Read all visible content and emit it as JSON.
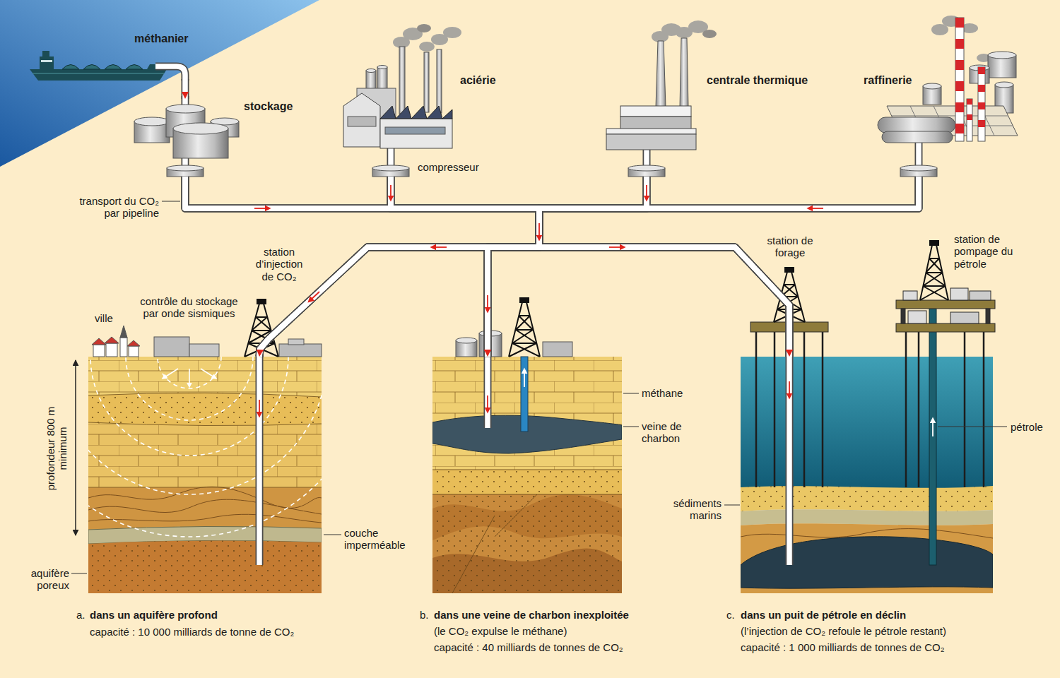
{
  "diagram": {
    "nodes": [
      {
        "text": [
          "méthanier"
        ]
      },
      {
        "text": [
          "stockage"
        ]
      },
      {
        "text": [
          "aciérie"
        ]
      },
      {
        "text": [
          "centrale thermique"
        ]
      },
      {
        "text": [
          "raffinerie"
        ]
      },
      {
        "text": [
          "a.",
          "dans un aquifère profond",
          "capacité : 10 000 milliards de tonne de CO₂"
        ]
      },
      {
        "text": [
          "b.",
          "dans une veine de charbon inexploitée",
          "(le CO₂ expulse le méthane)",
          "capacité : 40 milliards de tonnes de CO₂"
        ]
      },
      {
        "text": [
          "c.",
          "dans un puit de pétrole en déclin",
          "(l’injection de CO₂ refoule le pétrole restant)",
          "capacité : 1 000 milliards de tonnes de CO₂"
        ]
      }
    ],
    "edges": [
      {
        "from": 0,
        "to": 1,
        "arrow": "to"
      },
      {
        "from": 1,
        "to": 5,
        "arrow": "to"
      },
      {
        "from": 1,
        "to": 6,
        "arrow": "to"
      },
      {
        "from": 1,
        "to": 7,
        "arrow": "to"
      },
      {
        "from": 2,
        "to": 5,
        "arrow": "to"
      },
      {
        "from": 2,
        "to": 6,
        "arrow": "to"
      },
      {
        "from": 2,
        "to": 7,
        "arrow": "to"
      },
      {
        "from": 3,
        "to": 5,
        "arrow": "to"
      },
      {
        "from": 3,
        "to": 6,
        "arrow": "to"
      },
      {
        "from": 3,
        "to": 7,
        "arrow": "to"
      },
      {
        "from": 4,
        "to": 5,
        "arrow": "to"
      },
      {
        "from": 4,
        "to": 6,
        "arrow": "to"
      },
      {
        "from": 4,
        "to": 7,
        "arrow": "to"
      }
    ],
    "labels": [
      "transport du CO₂ par pipeline",
      "compresseur",
      "station d’injection de CO₂",
      "contrôle du stockage par onde sismiques",
      "ville",
      "profondeur 800 m minimum",
      "couche imperméable",
      "aquifère poreux",
      "méthane",
      "veine de charbon",
      "station de forage",
      "station de pompage du pétrole",
      "pétrole",
      "sédiments marins"
    ]
  }
}
